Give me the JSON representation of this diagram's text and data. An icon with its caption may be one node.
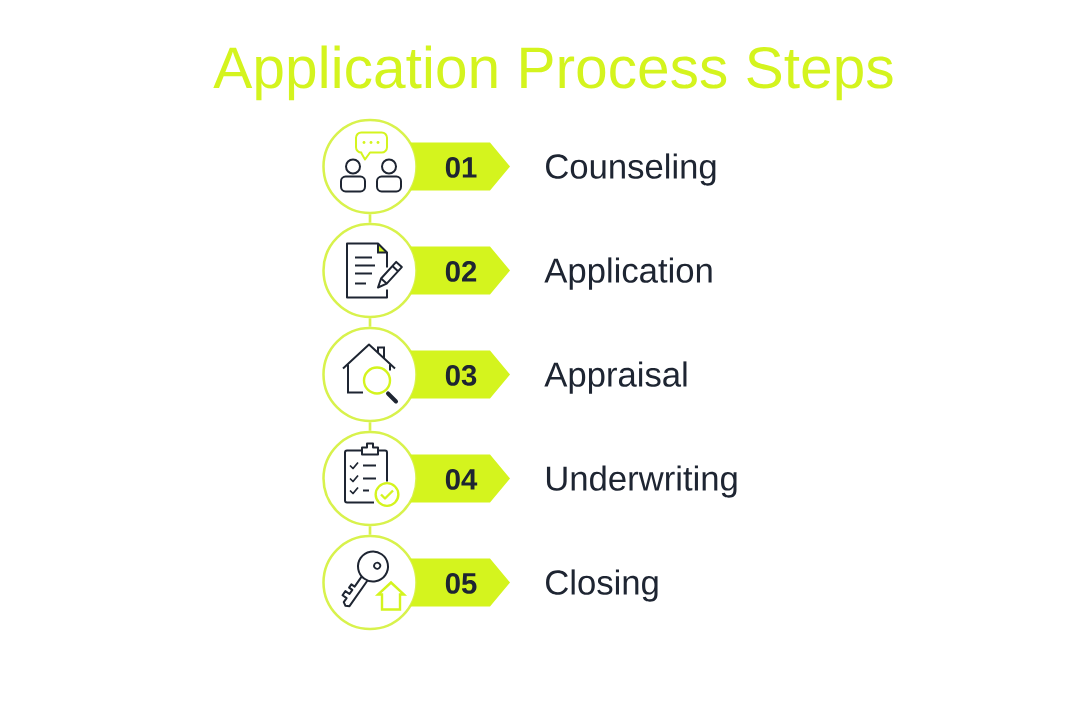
{
  "diagram": {
    "title": "Application Process Steps",
    "nodes": [
      {
        "text": [],
        "shape": "circle"
      },
      {
        "text": [
          "01"
        ],
        "beside": [
          "Counseling"
        ]
      },
      {
        "text": [],
        "shape": "circle"
      },
      {
        "text": [
          "02"
        ],
        "beside": [
          "Application"
        ]
      },
      {
        "text": [],
        "shape": "circle"
      },
      {
        "text": [
          "03"
        ],
        "beside": [
          "Appraisal"
        ]
      },
      {
        "text": [],
        "shape": "circle"
      },
      {
        "text": [
          "04"
        ],
        "beside": [
          "Underwriting"
        ]
      },
      {
        "text": [],
        "shape": "circle"
      },
      {
        "text": [
          "05"
        ],
        "beside": [
          "Closing"
        ]
      }
    ],
    "edges": [
      {
        "from": 0,
        "to": 2,
        "arrow": "none"
      },
      {
        "from": 2,
        "to": 4,
        "arrow": "none"
      },
      {
        "from": 4,
        "to": 6,
        "arrow": "none"
      },
      {
        "from": 6,
        "to": 8,
        "arrow": "none"
      }
    ]
  }
}
